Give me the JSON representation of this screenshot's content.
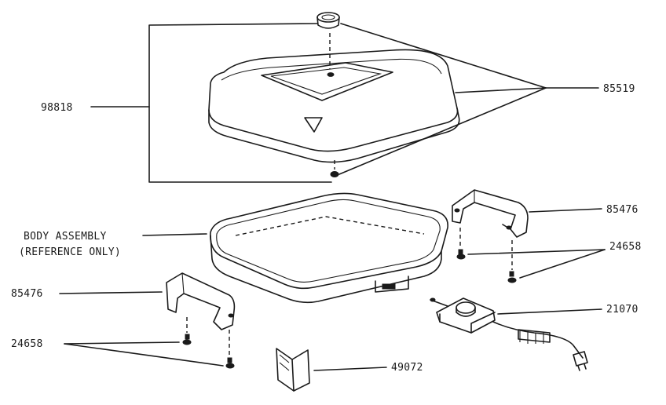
{
  "labels": {
    "lid": "98818",
    "lid_pieces": "85519",
    "body_assembly_line1": "BODY ASSEMBLY",
    "body_assembly_line2": "(REFERENCE ONLY)",
    "handle_right": "85476",
    "screws_right": "24658",
    "control": "21070",
    "handle_left": "85476",
    "screws_left": "24658",
    "booklet": "49072"
  }
}
